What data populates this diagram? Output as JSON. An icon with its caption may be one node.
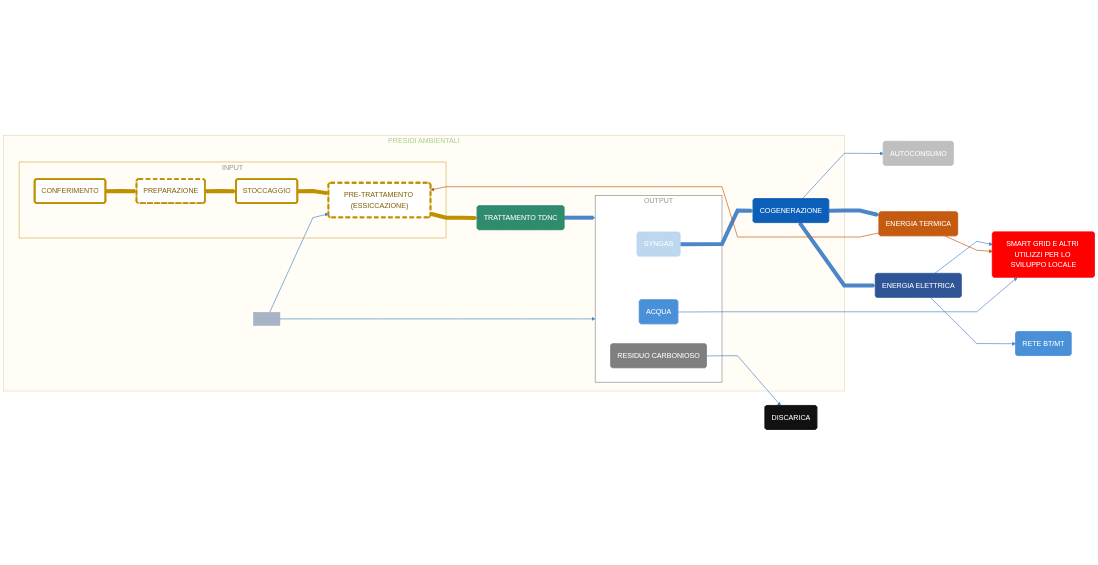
{
  "diagram": {
    "nodes": [
      {
        "text": [
          "PRESIDI AMBIENTALI"
        ]
      },
      {
        "text": [
          "INPUT"
        ],
        "in": 0
      },
      {
        "text": [
          "CONFERIMENTO"
        ],
        "in": 1
      },
      {
        "text": [
          "PREPARAZIONE"
        ],
        "in": 1
      },
      {
        "text": [
          "STOCCAGGIO"
        ],
        "in": 1
      },
      {
        "text": [
          "PRE-TRATTAMENTO (ESSICCAZIONE)"
        ],
        "in": 1
      },
      {
        "text": [
          "TRATTAMENTO TDNC"
        ],
        "in": 0
      },
      {
        "text": [],
        "shape": "box",
        "in": 0
      },
      {
        "text": [
          "OUTPUT"
        ],
        "in": 0
      },
      {
        "text": [
          "SYNGAS"
        ],
        "in": 8
      },
      {
        "text": [
          "RESIDUO CARBONIOSO"
        ],
        "in": 8
      },
      {
        "text": [
          "ACQUA"
        ],
        "in": 8
      },
      {
        "text": [
          "COGENERAZIONE"
        ],
        "in": 0
      },
      {
        "text": [
          "ENERGIA TERMICA"
        ]
      },
      {
        "text": [
          "ENERGIA ELETTRICA"
        ]
      },
      {
        "text": [
          "AUTOCONSUMO"
        ]
      },
      {
        "text": [
          "DISCARICA"
        ]
      },
      {
        "text": [
          "RETE BT/MT"
        ]
      },
      {
        "text": [
          "SMART GRID E ALTRI UTILIZZI PER LO SVILUPPO LOCALE"
        ]
      }
    ],
    "edges": [
      {
        "from": 2,
        "to": 3,
        "arrow": "to",
        "style": "thick",
        "color": "#bf9000"
      },
      {
        "from": 3,
        "to": 4,
        "arrow": "to",
        "style": "thick",
        "color": "#bf9000"
      },
      {
        "from": 4,
        "to": 5,
        "arrow": "to",
        "style": "thick",
        "color": "#bf9000"
      },
      {
        "from": 5,
        "to": 6,
        "arrow": "to",
        "style": "thick",
        "color": "#bf9000"
      },
      {
        "from": 6,
        "to": 8,
        "arrow": "to",
        "style": "thick"
      },
      {
        "from": 7,
        "to": 5,
        "arrow": "to"
      },
      {
        "from": 7,
        "to": 8,
        "arrow": "to"
      },
      {
        "from": 9,
        "to": 12,
        "arrow": "to",
        "style": "thick"
      },
      {
        "from": 12,
        "to": 13,
        "arrow": "to",
        "style": "thick"
      },
      {
        "from": 12,
        "to": 14,
        "arrow": "to",
        "style": "thick"
      },
      {
        "from": 12,
        "to": 15,
        "arrow": "to"
      },
      {
        "from": 10,
        "to": 16,
        "arrow": "to"
      },
      {
        "from": 14,
        "to": 17,
        "arrow": "to"
      },
      {
        "from": 14,
        "to": 18,
        "arrow": "to"
      },
      {
        "from": 13,
        "to": 5,
        "arrow": "to",
        "color": "#c55a11"
      },
      {
        "from": 13,
        "to": 18,
        "arrow": "to",
        "color": "#c55a11"
      },
      {
        "from": 11,
        "to": 18,
        "arrow": "to"
      }
    ]
  }
}
